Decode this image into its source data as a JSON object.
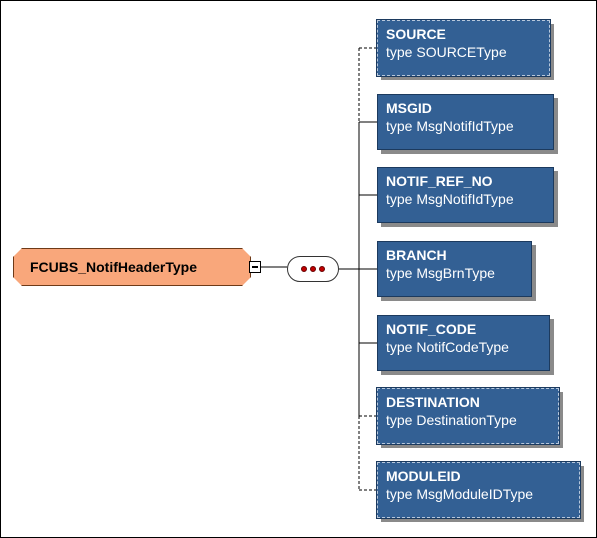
{
  "root": {
    "name": "FCUBS_NotifHeaderType"
  },
  "compositor": {
    "kind": "sequence",
    "icon": "sequence-icon"
  },
  "children": [
    {
      "name": "SOURCE",
      "type_text": "type SOURCEType",
      "optional": true
    },
    {
      "name": "MSGID",
      "type_text": "type MsgNotifIdType",
      "optional": false
    },
    {
      "name": "NOTIF_REF_NO",
      "type_text": "type MsgNotifIdType",
      "optional": false
    },
    {
      "name": "BRANCH",
      "type_text": "type MsgBrnType",
      "optional": false
    },
    {
      "name": "NOTIF_CODE",
      "type_text": "type NotifCodeType",
      "optional": false
    },
    {
      "name": "DESTINATION",
      "type_text": "type DestinationType",
      "optional": true
    },
    {
      "name": "MODULEID",
      "type_text": "type MsgModuleIDType",
      "optional": true
    }
  ],
  "colors": {
    "root_fill": "#f9a77b",
    "element_fill": "#336094",
    "sequence_dots": "#c00000"
  }
}
